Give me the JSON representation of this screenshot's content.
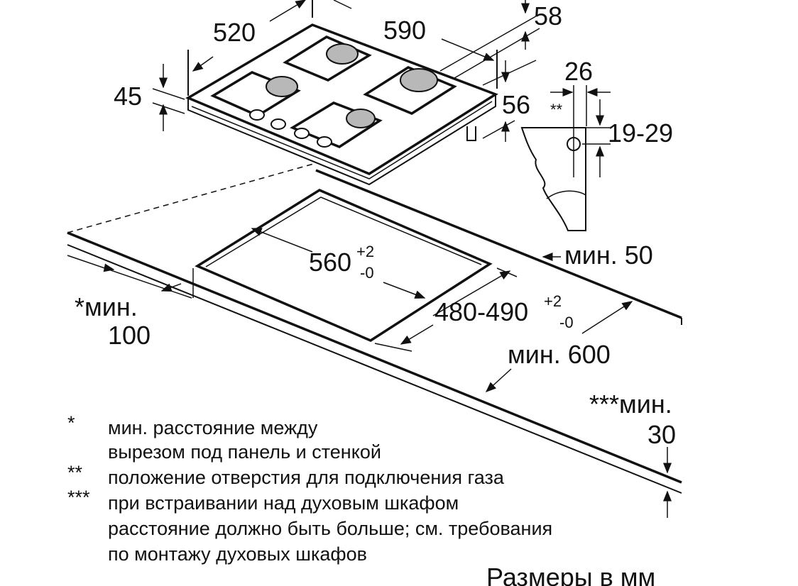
{
  "diagram": {
    "dimensions": {
      "depth": "520",
      "width": "590",
      "height_left": "45",
      "height_right": "56",
      "top_offset": "58",
      "gas_offset_horizontal": "26",
      "gas_offset_marker": "**",
      "gas_offset_vertical": "19-29",
      "cutout_width": "560",
      "cutout_width_tol_plus": "+2",
      "cutout_width_tol_minus": "-0",
      "cutout_depth": "480-490",
      "cutout_depth_tol_plus": "+2",
      "cutout_depth_tol_minus": "-0",
      "min_back": "мин. 50",
      "min_side_line1": "*мин.",
      "min_side_line2": "100",
      "min_depth": "мин. 600",
      "min_below_line1": "***мин.",
      "min_below_line2": "30"
    },
    "notes": [
      {
        "marker": "*",
        "lines": [
          "мин. расстояние между",
          "вырезом под панель и стенкой"
        ]
      },
      {
        "marker": "**",
        "lines": [
          "положение отверстия для подключения газа"
        ]
      },
      {
        "marker": "***",
        "lines": [
          "при встраивании над духовым шкафом",
          "расстояние должно быть больше; см. требования",
          "по монтажу духовых шкафов"
        ]
      }
    ],
    "units_caption": "Размеры в мм"
  }
}
